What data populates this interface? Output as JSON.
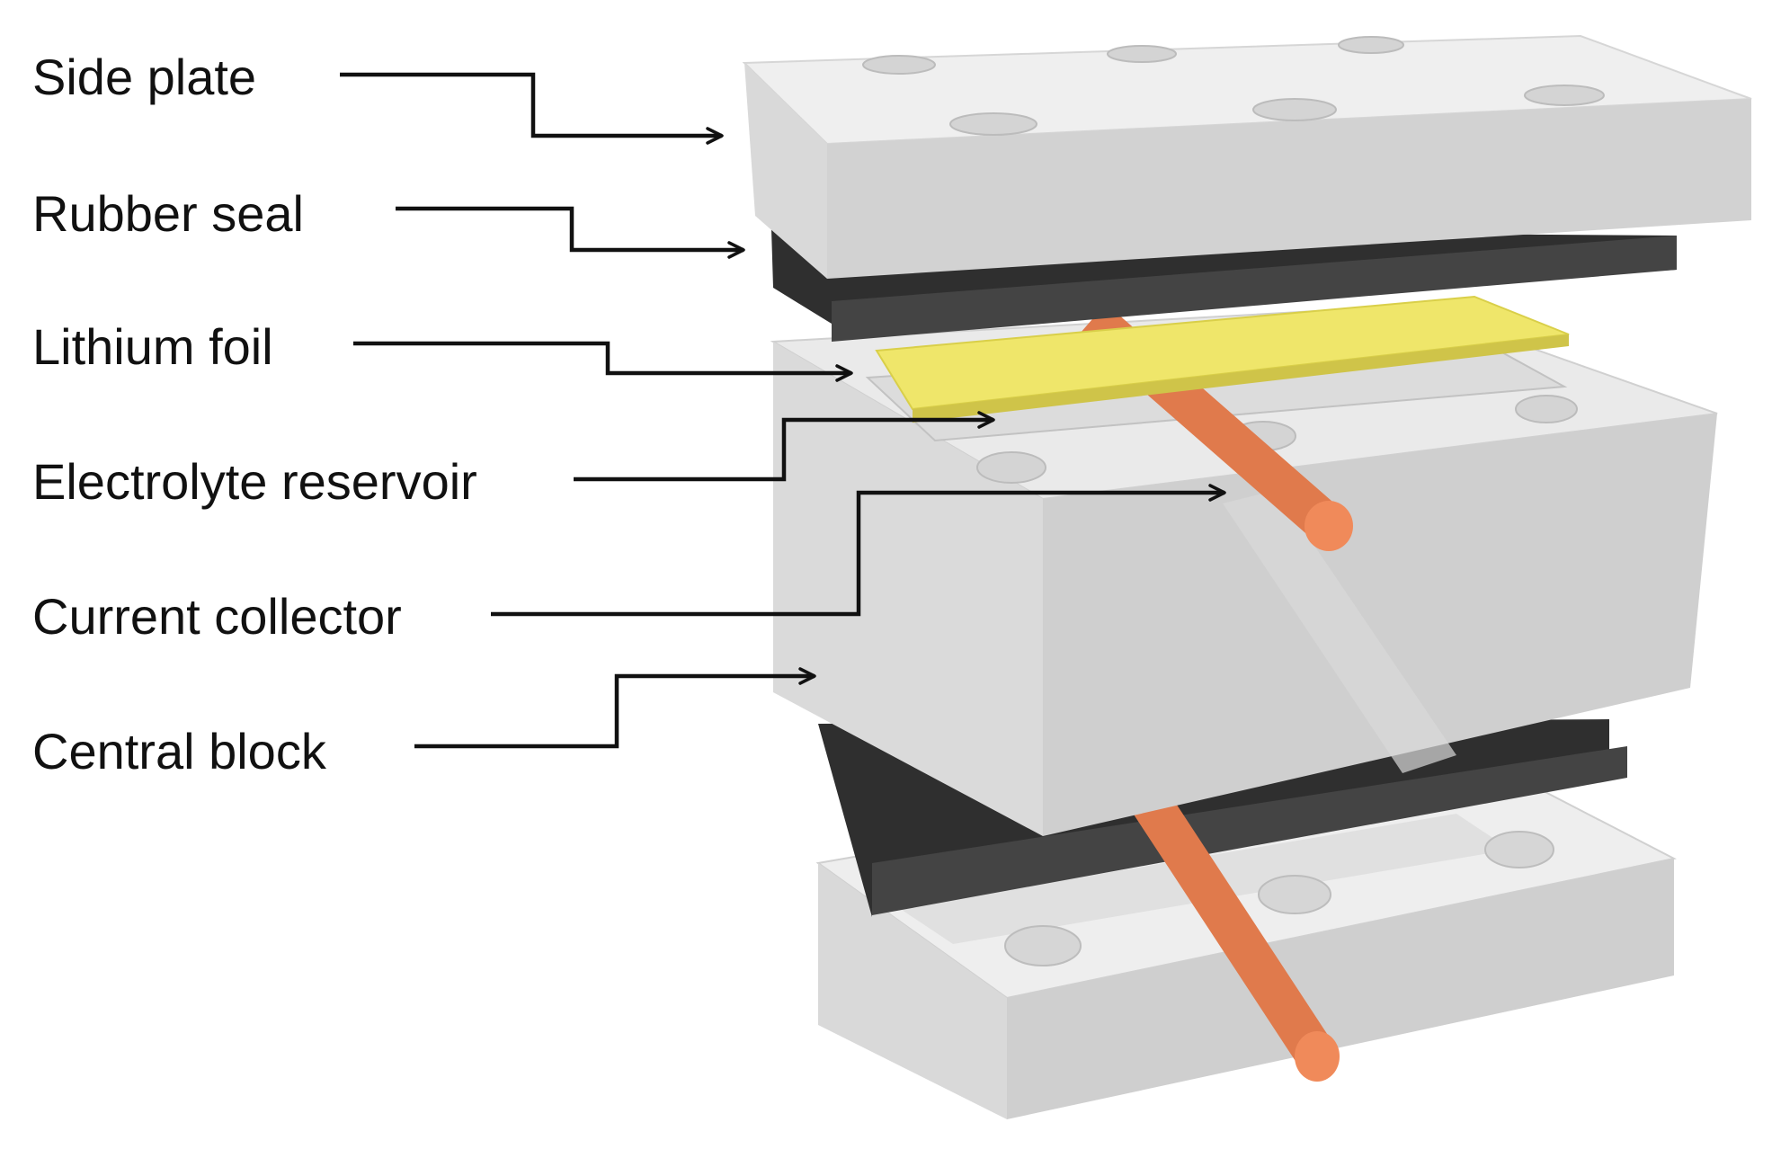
{
  "labels": [
    "Side plate",
    "Rubber seal",
    "Lithium foil",
    "Electrolyte reservoir",
    "Current collector",
    "Central block"
  ],
  "colors": {
    "plate_top": "#eeeeee",
    "plate_front": "#d9d9d9",
    "plate_side": "#cfcfcf",
    "rubber_seal": "#3a3a3a",
    "lithium_foil": "#efe66a",
    "current_collector": "#e8855a",
    "hole": "#d6d6d6",
    "leader_line": "#111111"
  }
}
